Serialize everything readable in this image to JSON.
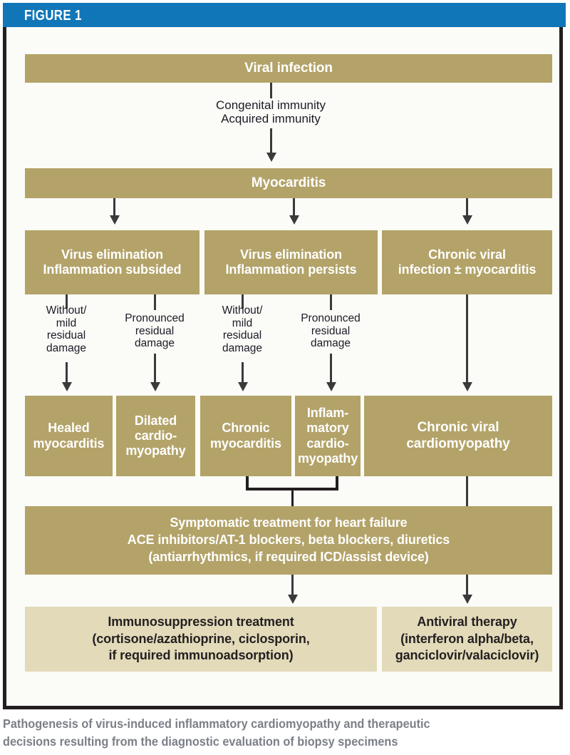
{
  "figure": {
    "header_label": "FIGURE 1",
    "caption": "Pathogenesis of virus-induced inflammatory cardiomyopathy and therapeutic\ndecisions resulting from the diagnostic evaluation of biopsy specimens",
    "colors": {
      "header_blue": "#1176b8",
      "node_khaki": "#b3a369",
      "node_light_tan": "#e2dab9",
      "frame_black": "#231f20",
      "caption_gray": "#7b7f87",
      "connector_gray": "#3a3a3a"
    }
  },
  "nodes": {
    "viral_infection": "Viral infection",
    "myocarditis": "Myocarditis",
    "virus_elim_subsided": "Virus elimination\nInflammation subsided",
    "virus_elim_persists": "Virus elimination\nInflammation persists",
    "chronic_viral_infection": "Chronic viral\ninfection ± myocarditis",
    "healed_myocarditis": "Healed\nmyocarditis",
    "dilated_cardiomyopathy": "Dilated\ncardio-\nmyopathy",
    "chronic_myocarditis": "Chronic\nmyocarditis",
    "inflammatory_cardiomyopathy": "Inflam-\nmatory\ncardio-\nmyopathy",
    "chronic_viral_cardiomyopathy": "Chronic viral\ncardiomyopathy",
    "symptomatic_treatment": "Symptomatic treatment for heart failure\nACE inhibitors/AT-1 blockers, beta blockers, diuretics\n(antiarrhythmics, if required ICD/assist device)",
    "immunosuppression": "Immunosuppression treatment\n(cortisone/azathioprine, ciclosporin,\nif required immunoadsorption)",
    "antiviral_therapy": "Antiviral therapy\n(interferon alpha/beta,\nganciclovir/valaciclovir)"
  },
  "edge_labels": {
    "immunity": "Congenital immunity\nAcquired immunity",
    "without_mild_1": "Without/\nmild\nresidual\ndamage",
    "pronounced_1": "Pronounced\nresidual\ndamage",
    "without_mild_2": "Without/\nmild\nresidual\ndamage",
    "pronounced_2": "Pronounced\nresidual\ndamage"
  }
}
